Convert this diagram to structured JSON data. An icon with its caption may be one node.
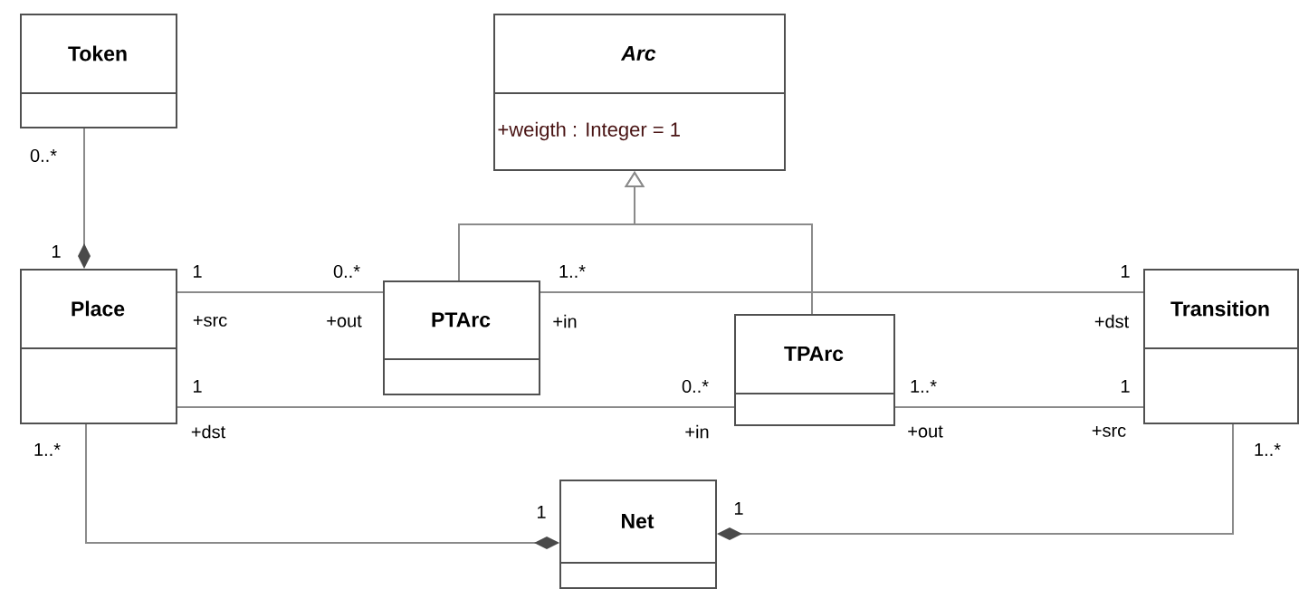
{
  "diagram": {
    "nodes": [
      {
        "text": [
          "Token"
        ]
      },
      {
        "text": [
          "Arc",
          "+weigth : Integer = 1"
        ]
      },
      {
        "text": [
          "Place"
        ]
      },
      {
        "text": [
          "PTArc"
        ]
      },
      {
        "text": [
          "TPArc"
        ]
      },
      {
        "text": [
          "Transition"
        ]
      },
      {
        "text": [
          "Net"
        ]
      }
    ],
    "edges": [
      {
        "from": 0,
        "to": 2,
        "arrow": "other"
      },
      {
        "from": 3,
        "to": 1,
        "arrow": "to"
      },
      {
        "from": 4,
        "to": 1,
        "arrow": "to"
      },
      {
        "from": 2,
        "to": 3,
        "arrow": "none"
      },
      {
        "from": 3,
        "to": 5,
        "arrow": "none"
      },
      {
        "from": 2,
        "to": 4,
        "arrow": "none"
      },
      {
        "from": 4,
        "to": 5,
        "arrow": "none"
      },
      {
        "from": 2,
        "to": 6,
        "arrow": "other"
      },
      {
        "from": 5,
        "to": 6,
        "arrow": "other"
      }
    ],
    "labels": [
      "0..*",
      "1",
      "1",
      "0..*",
      "1..*",
      "1",
      "+src",
      "+out",
      "+in",
      "+dst",
      "1",
      "0..*",
      "1..*",
      "1",
      "+dst",
      "+in",
      "+out",
      "+src",
      "1..*",
      "1..*",
      "1",
      "1"
    ]
  }
}
